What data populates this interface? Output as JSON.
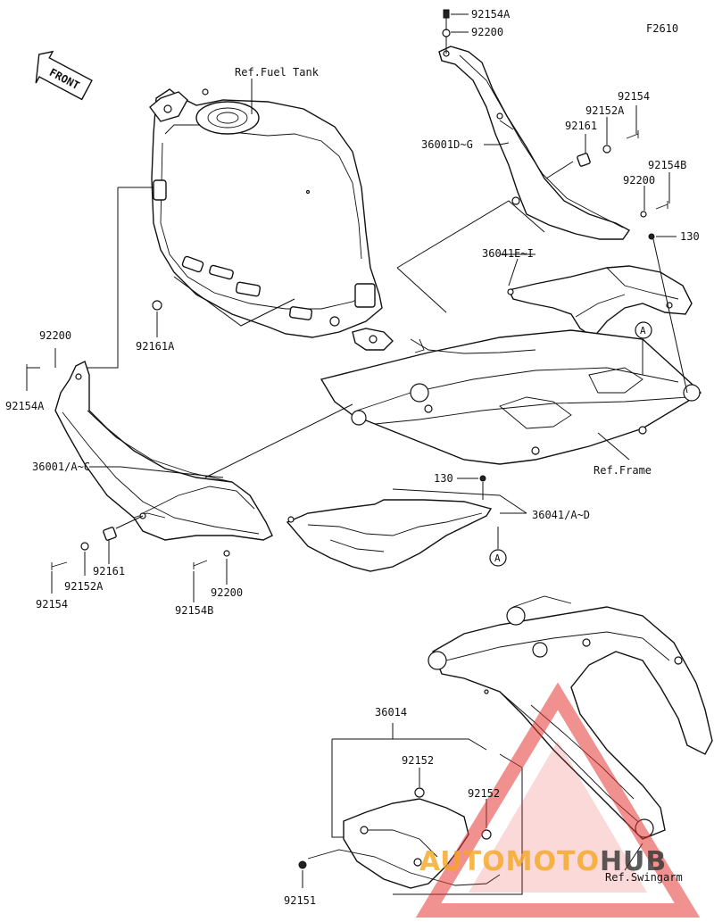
{
  "figure_id": "F2610",
  "front_marker": "FRONT",
  "refs": {
    "fuel_tank": "Ref.Fuel Tank",
    "frame": "Ref.Frame",
    "swingarm": "Ref.Swingarm"
  },
  "callout_letter": "A",
  "watermark": {
    "part1": "AUTO",
    "part2": "MOTO",
    "part3": "HUB",
    "color_orange": "#f5a623",
    "color_red": "#e53935",
    "color_dark": "#333333"
  },
  "labels": {
    "top_92154a": "92154A",
    "top_92200": "92200",
    "r_92154": "92154",
    "r_92152a": "92152A",
    "r_92161": "92161",
    "r_36001dg": "36001D~G",
    "r_92154b": "92154B",
    "r_92200": "92200",
    "r_130": "130",
    "r_36041ei": "36041E~I",
    "l_92200": "92200",
    "l_92154a": "92154A",
    "l_92161a": "92161A",
    "l_36001ac": "36001/A~C",
    "m_130": "130",
    "m_36041ad": "36041/A~D",
    "b_92154": "92154",
    "b_92152a": "92152A",
    "b_92161": "92161",
    "b_92200": "92200",
    "b_92154b": "92154B",
    "s_36014": "36014",
    "s_92152_1": "92152",
    "s_92152_2": "92152",
    "s_92151": "92151"
  }
}
